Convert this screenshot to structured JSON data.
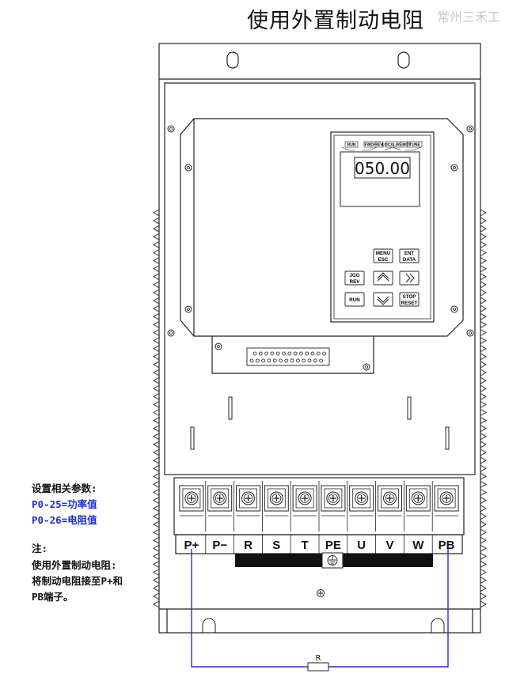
{
  "title": "使用外置制动电阻",
  "watermark": "常州三禾工",
  "notes": {
    "params_heading": "设置相关参数:",
    "param_power": "P0-25=功率值",
    "param_resistance": "P0-26=电阻值",
    "note_heading": "注:",
    "note_line1": "使用外置制动电阻:",
    "note_line2": "将制动电阻接至P+和",
    "note_line3": "PB端子。"
  },
  "display": {
    "value": "050.00"
  },
  "led_labels": [
    "RUN",
    "FWD/REV",
    "LOCAL/REMOT",
    "TUNE"
  ],
  "keypad": {
    "menu_top": "MENU",
    "menu_bottom": "ESC",
    "ent_top": "ENT",
    "ent_bottom": "DATA",
    "jog_top": "JOG",
    "jog_bottom": "REV",
    "run": "RUN",
    "stop_top": "STOP",
    "stop_bottom": "RESET"
  },
  "terminals": [
    "P+",
    "P−",
    "R",
    "S",
    "T",
    "PE",
    "U",
    "V",
    "W",
    "PB"
  ],
  "resistor_label": "R",
  "colors": {
    "wire": "#2b2bd0",
    "note_blue": "#1a2fd6",
    "line": "#222222"
  }
}
